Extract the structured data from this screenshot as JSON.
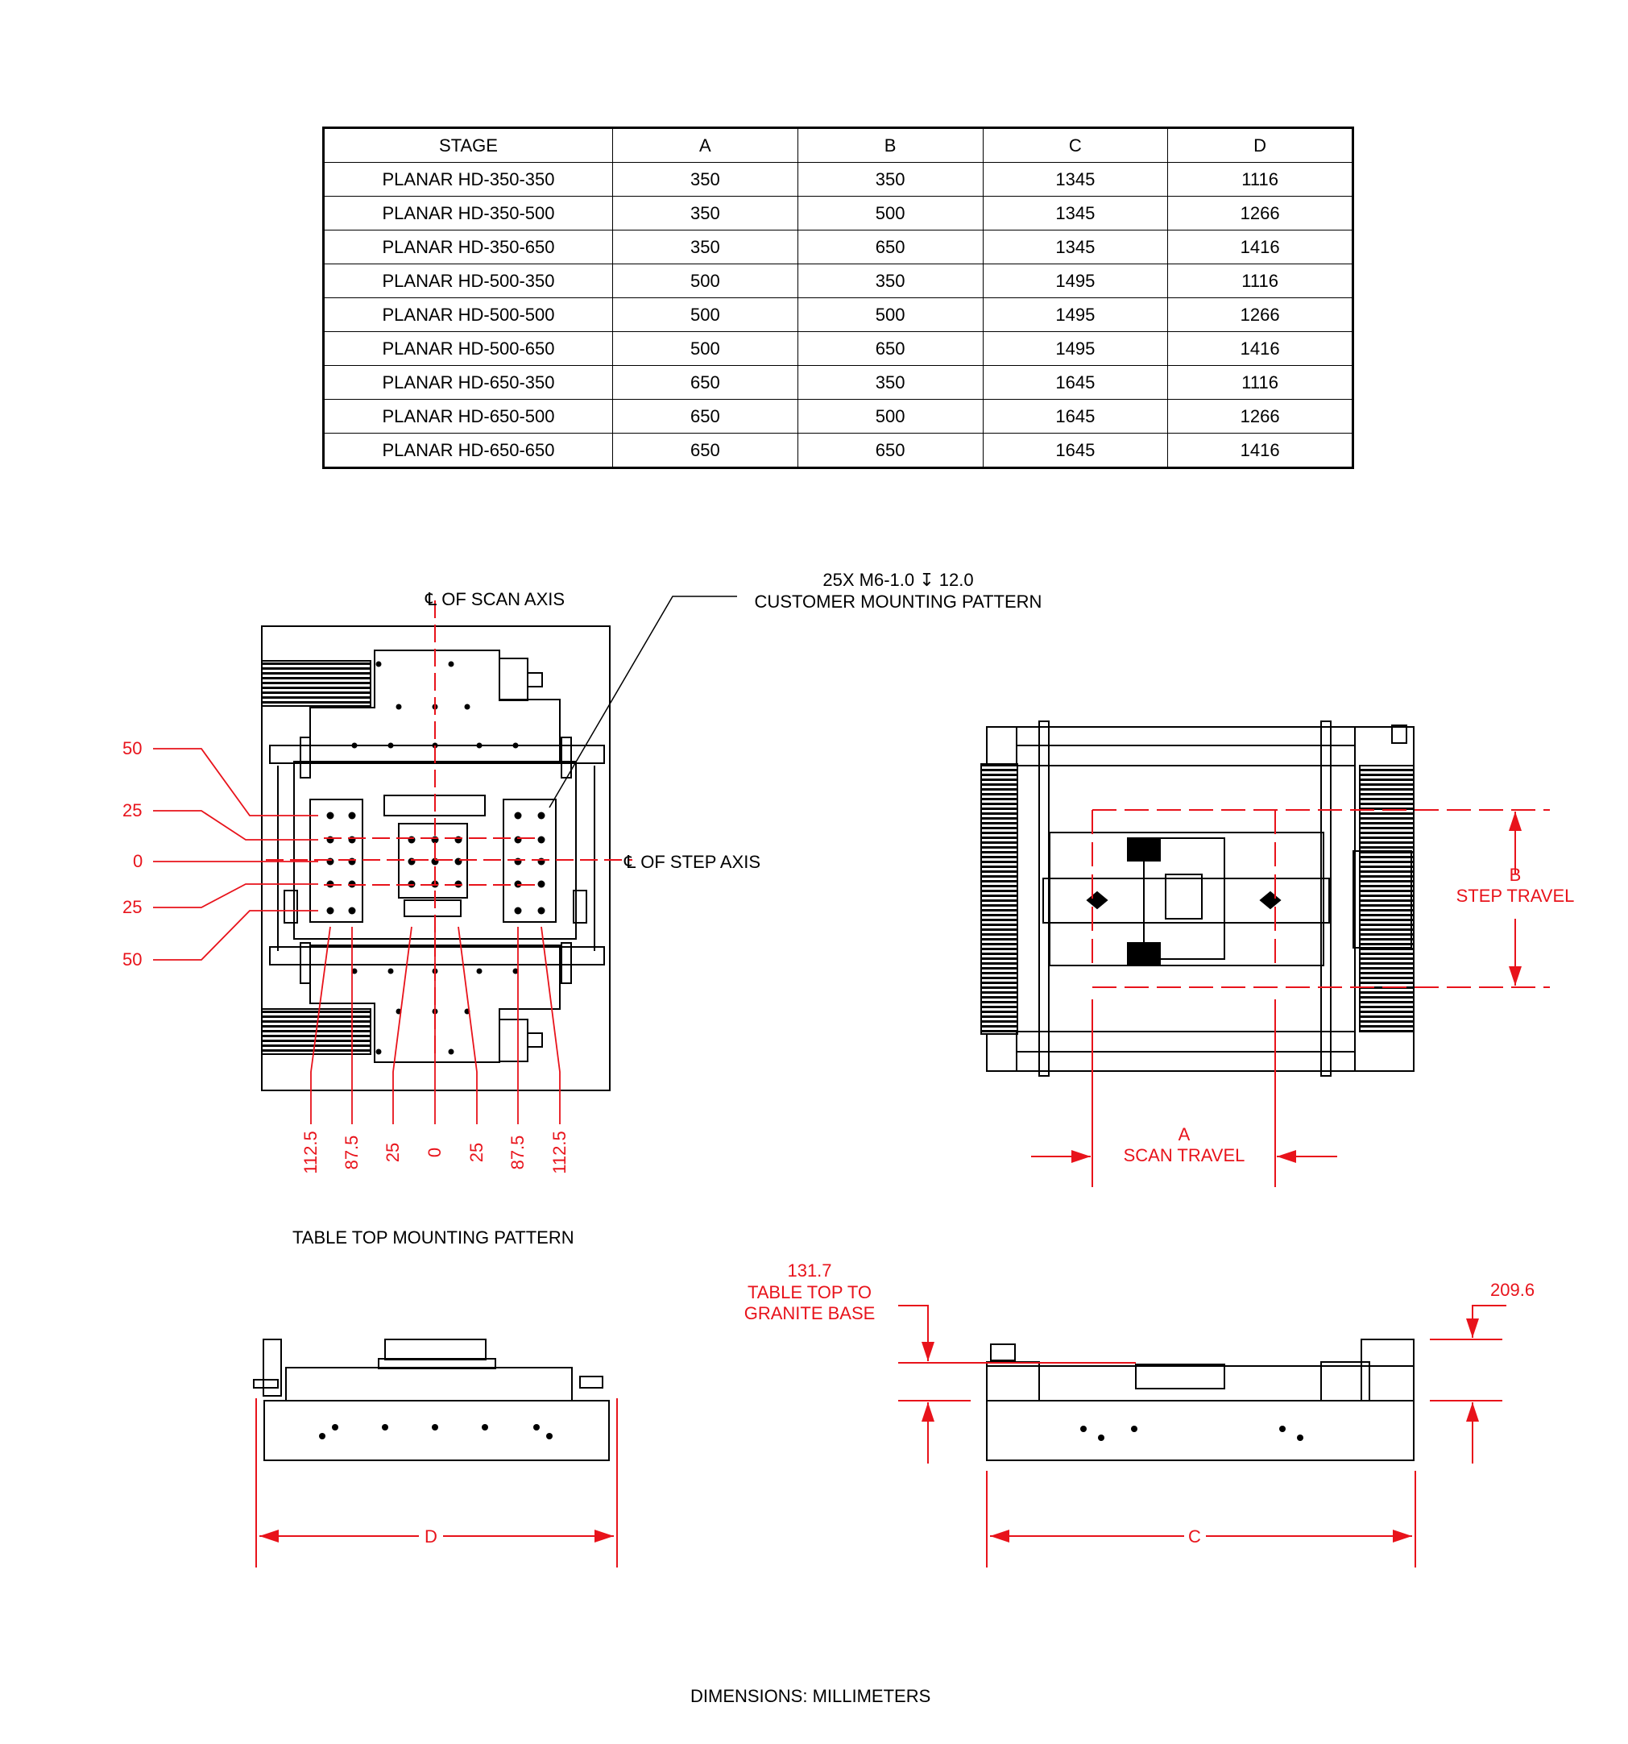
{
  "table": {
    "headers": [
      "STAGE",
      "A",
      "B",
      "C",
      "D"
    ],
    "rows": [
      [
        "PLANAR HD-350-350",
        "350",
        "350",
        "1345",
        "1116"
      ],
      [
        "PLANAR HD-350-500",
        "350",
        "500",
        "1345",
        "1266"
      ],
      [
        "PLANAR HD-350-650",
        "350",
        "650",
        "1345",
        "1416"
      ],
      [
        "PLANAR HD-500-350",
        "500",
        "350",
        "1495",
        "1116"
      ],
      [
        "PLANAR HD-500-500",
        "500",
        "500",
        "1495",
        "1266"
      ],
      [
        "PLANAR HD-500-650",
        "500",
        "650",
        "1495",
        "1416"
      ],
      [
        "PLANAR HD-650-350",
        "650",
        "350",
        "1645",
        "1116"
      ],
      [
        "PLANAR HD-650-500",
        "650",
        "500",
        "1645",
        "1266"
      ],
      [
        "PLANAR HD-650-650",
        "650",
        "650",
        "1645",
        "1416"
      ]
    ]
  },
  "callouts": {
    "mounting_line1": "25X M6-1.0 ↧ 12.0",
    "mounting_line2": "CUSTOMER MOUNTING PATTERN",
    "scan_axis": "℄ OF SCAN AXIS",
    "step_axis": "℄ OF STEP AXIS",
    "table_top_pattern": "TABLE TOP MOUNTING PATTERN",
    "units_note": "DIMENSIONS:  MILLIMETERS"
  },
  "left_dims": [
    "50",
    "25",
    "0",
    "25",
    "50"
  ],
  "bottom_dims": [
    "112.5",
    "87.5",
    "25",
    "0",
    "25",
    "87.5",
    "112.5"
  ],
  "travel": {
    "b_label": "B",
    "b_text": "STEP TRAVEL",
    "a_label": "A",
    "a_text": "SCAN TRAVEL"
  },
  "heights": {
    "table_top_value": "131.7",
    "table_top_line1": "TABLE TOP TO",
    "table_top_line2": "GRANITE BASE",
    "overall_value": "209.6"
  },
  "widths": {
    "d_label": "D",
    "c_label": "C"
  },
  "colors": {
    "dimension": "#e8131b",
    "line": "#000000"
  }
}
